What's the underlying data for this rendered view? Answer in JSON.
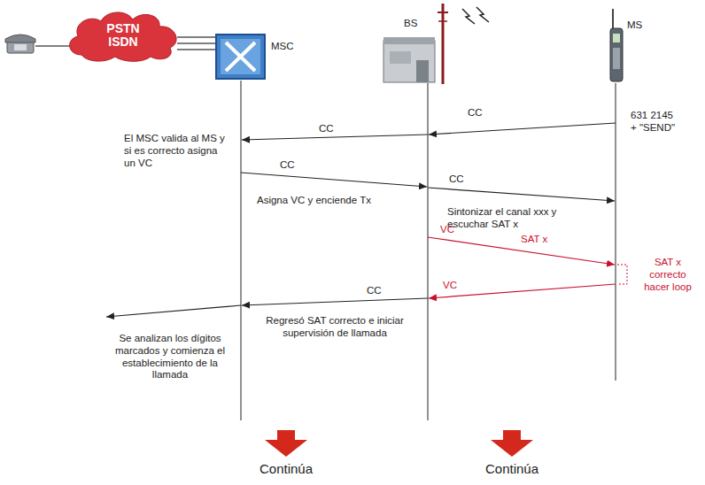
{
  "diagram": {
    "nodes": [
      {
        "text": [
          "PSTN ISDN"
        ]
      },
      {
        "text": [
          "MSC"
        ]
      },
      {
        "text": [
          "BS"
        ]
      },
      {
        "text": [
          "MS"
        ]
      }
    ],
    "edges": [
      {
        "from": 0,
        "to": 1,
        "arrow": "none"
      },
      {
        "from": 0,
        "to": 1,
        "arrow": "none"
      },
      {
        "from": 0,
        "to": 1,
        "arrow": "none"
      }
    ],
    "labels": [
      "CC",
      "631 2145 + \"SEND\"",
      "CC",
      "El MSC valida al MS y si es correcto asigna un VC",
      "CC",
      "Asigna VC y enciende Tx",
      "CC",
      "Sintonizar el canal xxx y escuchar SAT x",
      "VC",
      "SAT x",
      "SAT x correcto hacer loop",
      "VC",
      "CC",
      "Regresó SAT correcto e iniciar supervisión de llamada",
      "Se analizan los dígitos marcados y comienza el establecimiento de la llamada",
      "Continúa",
      "Continúa"
    ]
  }
}
